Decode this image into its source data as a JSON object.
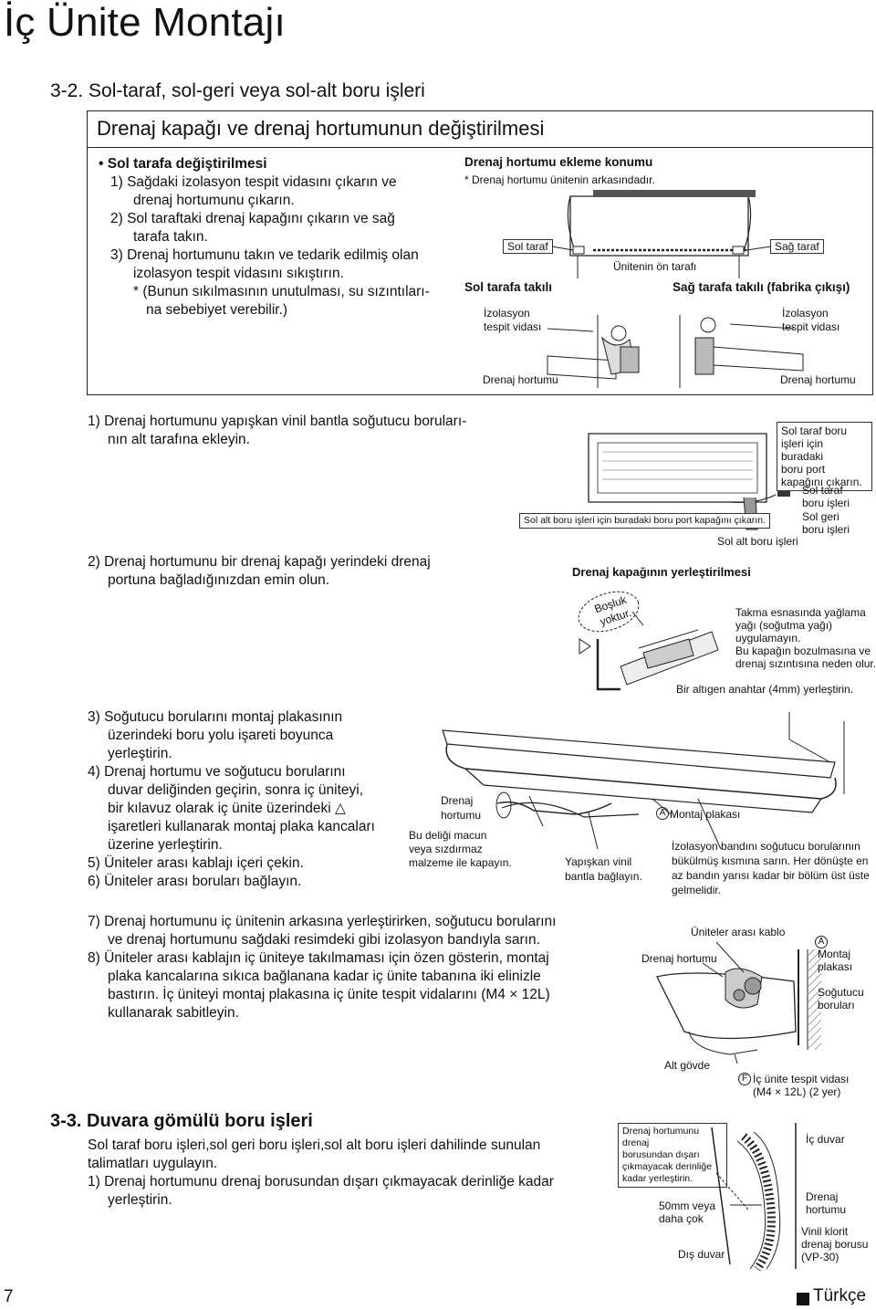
{
  "page": {
    "title": "İç Ünite Montajı",
    "page_number": "7",
    "language_label": "Türkçe"
  },
  "section_3_2": {
    "heading": "3-2. Sol-taraf, sol-geri veya sol-alt boru işleri",
    "box_title": "Drenaj kapağı ve drenaj hortumunun değiştirilmesi",
    "left_heading": "• Sol tarafa değiştirilmesi",
    "steps": [
      "1) Sağdaki izolasyon tespit vidasını çıkarın ve",
      "drenaj hortumunu çıkarın.",
      "2) Sol taraftaki drenaj kapağını çıkarın ve sağ",
      "tarafa takın.",
      "3) Drenaj hortumunu takın ve tedarik edilmiş olan",
      "izolasyon tespit vidasını sıkıştırın.",
      "* (Bunun sıkılmasının unutulması, su sızıntıları-",
      "na sebebiyet verebilir.)"
    ],
    "diagram": {
      "title": "Drenaj hortumu ekleme konumu",
      "note": "* Drenaj hortumu ünitenin arkasındadır.",
      "left_side": "Sol taraf",
      "right_side": "Sağ taraf",
      "front": "Ünitenin ön tarafı",
      "left_attached": "Sol tarafa takılı",
      "right_attached": "Sağ tarafa takılı (fabrika çıkışı)",
      "insulation_screw_l1": "İzolasyon",
      "insulation_screw_l2": "tespit vidası",
      "drain_hose": "Drenaj hortumu"
    }
  },
  "step_a": {
    "lines": [
      "1) Drenaj hortumunu yapışkan vinil bantla soğutucu boruları-",
      "nın alt tarafına ekleyin."
    ],
    "lines2": [
      "2) Drenaj hortumunu bir drenaj kapağı yerindeki drenaj",
      "portuna bağladığınızdan emin olun."
    ],
    "callout_left_port": [
      "Sol taraf boru",
      "işleri için buradaki",
      "boru port",
      "kapağını çıkarın."
    ],
    "callout_bottom_port": "Sol alt boru işleri için buradaki boru port kapağını çıkarın.",
    "label_left_piping": [
      "Sol taraf",
      "boru işleri"
    ],
    "label_back_piping": [
      "Sol geri",
      "boru işleri"
    ],
    "label_bottom_piping": "Sol alt boru işleri",
    "cap_title": "Drenaj kapağının yerleştirilmesi",
    "no_gap": [
      "Boşluk",
      "yoktur."
    ],
    "warning": [
      "Takma esnasında yağlama",
      "yağı (soğutma yağı)",
      "uygulamayın.",
      "Bu kapağın bozulmasına ve",
      "drenaj sızıntısına neden olur."
    ],
    "hex_key": "Bir altıgen anahtar (4mm) yerleştirin."
  },
  "step_b": {
    "lines": [
      "3) Soğutucu borularını montaj plakasının",
      "üzerindeki boru yolu işareti boyunca",
      "yerleştirin.",
      "4) Drenaj hortumu ve soğutucu borularını",
      "duvar deliğinden geçirin, sonra iç üniteyi,",
      "bir kılavuz olarak iç ünite üzerindeki △",
      "işaretleri kullanarak montaj plaka kancaları",
      "üzerine yerleştirin.",
      "5) Üniteler arası kablajı içeri çekin.",
      "6) Üniteler arası boruları bağlayın."
    ],
    "drain_hose": [
      "Drenaj",
      "hortumu"
    ],
    "putty": [
      "Bu deliği macun",
      "veya sızdırmaz",
      "malzeme ile kapayın."
    ],
    "tape": [
      "Yapışkan vinil",
      "bantla bağlayın."
    ],
    "plate": "Montaj plakası",
    "plate_marker": "A",
    "wrap": [
      "İzolasyon bandını soğutucu borularının",
      "bükülmüş kısmına sarın. Her dönüşte en",
      "az bandın yarısı kadar bir bölüm üst üste",
      "gelmelidir."
    ]
  },
  "step_c": {
    "lines": [
      "7) Drenaj hortumunu iç ünitenin arkasına yerleştirirken, soğutucu borularını",
      "ve drenaj hortumunu sağdaki resimdeki gibi izolasyon bandıyla sarın.",
      "8) Üniteler arası kablajın iç üniteye takılmaması için özen gösterin, montaj",
      "plaka kancalarına sıkıca bağlanana kadar iç ünite tabanına iki elinizle",
      "bastırın. İç üniteyi montaj plakasına iç ünite tespit vidalarını (M4 × 12L)",
      "kullanarak sabitleyin."
    ],
    "cable": "Üniteler arası kablo",
    "drain_hose": "Drenaj hortumu",
    "marker_a": "A",
    "plate": [
      "Montaj",
      "plakası"
    ],
    "pipes": [
      "Soğutucu",
      "boruları"
    ],
    "body": "Alt gövde",
    "marker_f": "F",
    "screw": [
      "İç ünite tespit vidası",
      "(M4 × 12L) (2 yer)"
    ]
  },
  "section_3_3": {
    "heading": "3-3. Duvara gömülü boru işleri",
    "lines": [
      "Sol taraf boru işleri,sol geri boru işleri,sol alt boru işleri dahilinde sunulan",
      "talimatları uygulayın.",
      "1) Drenaj hortumunu drenaj borusundan dışarı çıkmayacak derinliğe kadar",
      "yerleştirin."
    ],
    "box_note": [
      "Drenaj hortumunu drenaj",
      "borusundan dışarı",
      "çıkmayacak derinliğe",
      "kadar yerleştirin."
    ],
    "inner_wall": "İç duvar",
    "drain_hose": [
      "Drenaj",
      "hortumu"
    ],
    "depth": [
      "50mm veya",
      "daha çok"
    ],
    "outer_wall": "Dış duvar",
    "pipe": [
      "Vinil klorit",
      "drenaj borusu",
      "(VP-30)"
    ]
  }
}
